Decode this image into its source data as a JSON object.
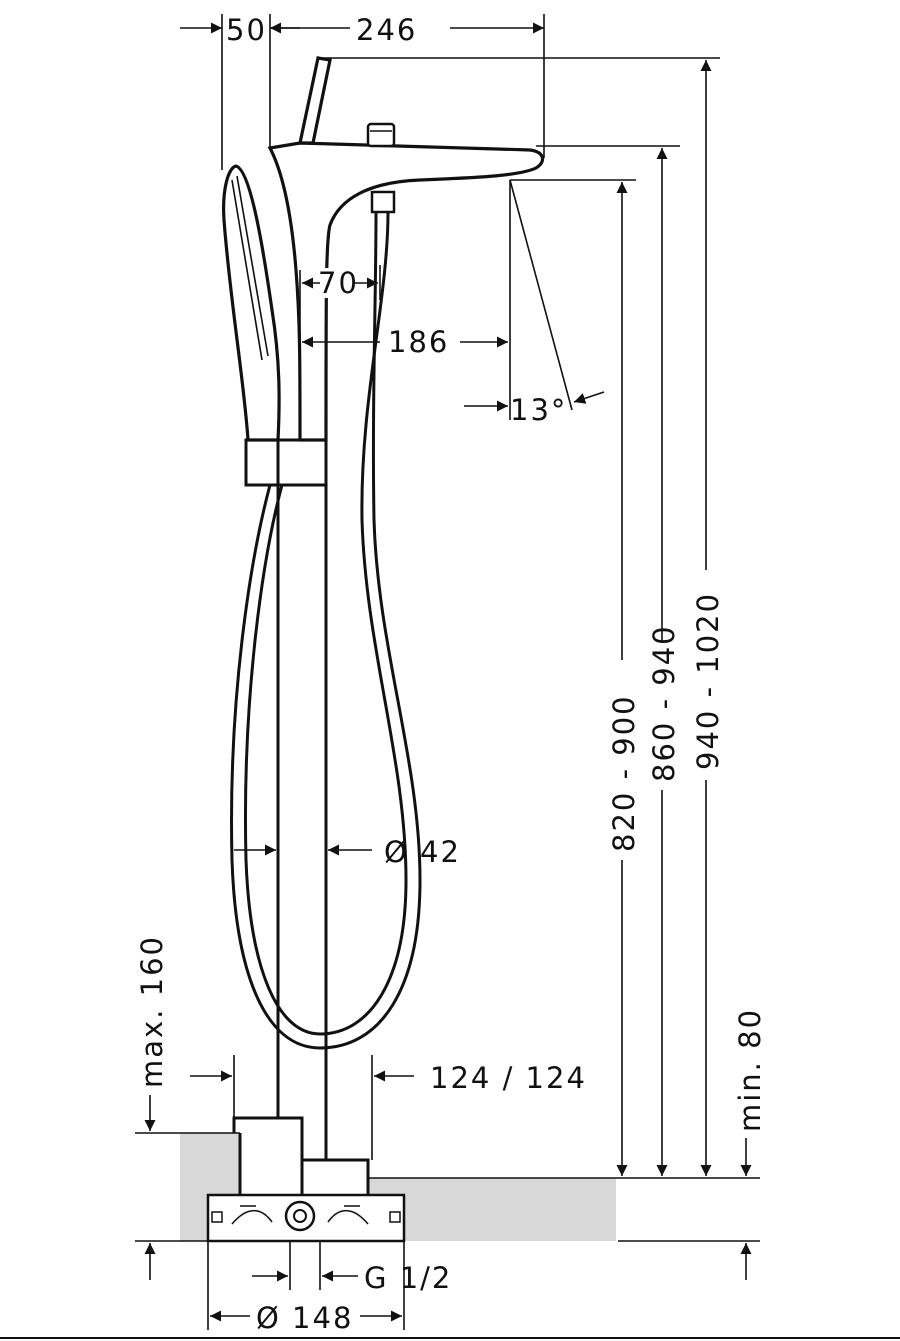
{
  "dimensions": {
    "top_offset": "50",
    "spout_reach_total": "246",
    "body_width": "70",
    "spout_reach": "186",
    "spout_angle": "13°",
    "outlet_height": "820 - 900",
    "spout_top_height": "860 - 940",
    "overall_height": "940 - 1020",
    "pipe_diameter": "Ø 42",
    "max_floor_depth": "max. 160",
    "base_offset": "124 / 124",
    "min_depth": "min. 80",
    "connection_thread": "G 1/2",
    "base_diameter": "Ø 148"
  },
  "colors": {
    "line": "#111111",
    "floor_hatch": "#d8d8d8",
    "background": "#ffffff"
  }
}
